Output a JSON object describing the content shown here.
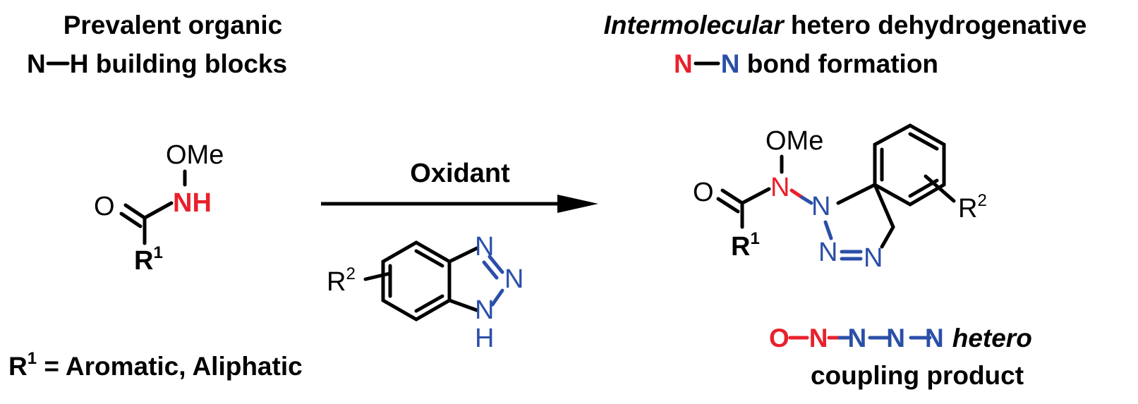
{
  "left_header": {
    "line1": "Prevalent organic",
    "line2_a": "N",
    "line2_b": "H building blocks"
  },
  "right_header": {
    "italic": "Intermolecular",
    "line1_rest": " hetero dehydrogenative",
    "n1": "N",
    "n2": "N",
    "line2_rest": " bond formation"
  },
  "reactant": {
    "ome": "OMe",
    "nh": "NH",
    "o": "O",
    "r": "R",
    "r_sup": "1"
  },
  "arrow": {
    "label": "Oxidant"
  },
  "reagent": {
    "r": "R",
    "r_sup": "2",
    "n1": "N",
    "n2": "N",
    "nh_n": "N",
    "nh_h": "H"
  },
  "product": {
    "ome": "OMe",
    "n": "N",
    "o": "O",
    "r": "R",
    "r_sup": "1",
    "r2": "R",
    "r2_sup": "2",
    "tri_n1": "N",
    "tri_n2": "N",
    "tri_n3": "N"
  },
  "footer_left": {
    "r": "R",
    "r_sup": "1",
    "rest": " = Aromatic, Aliphatic"
  },
  "footer_right": {
    "o": "O",
    "n1": "N",
    "n2": "N",
    "n3": "N",
    "n4": "N",
    "hetero": "hetero",
    "line2": "coupling product"
  },
  "colors": {
    "red": "#e8212b",
    "blue": "#2b4fa8",
    "black": "#000000"
  }
}
